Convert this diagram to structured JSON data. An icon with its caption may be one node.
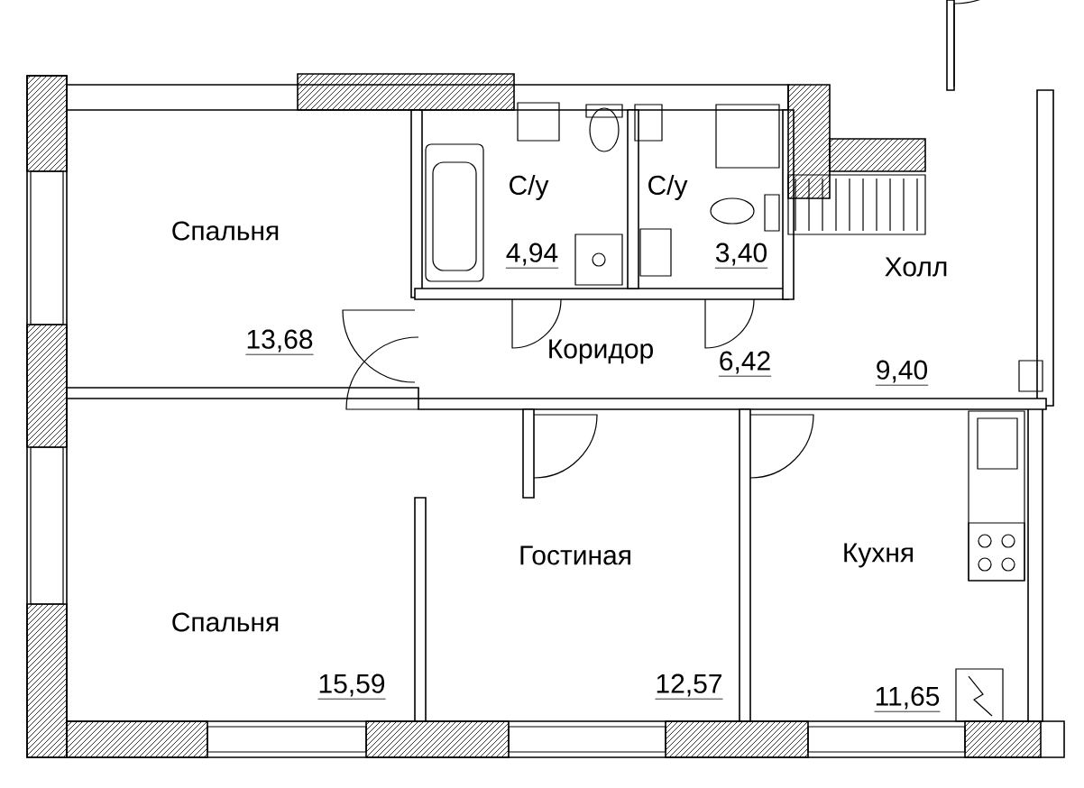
{
  "diagram": {
    "labels": [
      "С/у",
      "С/у",
      "Спальня",
      "4,94",
      "3,40",
      "Холл",
      "13,68",
      "Коридор",
      "6,42",
      "9,40",
      "Гостиная",
      "Кухня",
      "Спальня",
      "15,59",
      "12,57",
      "11,65"
    ]
  }
}
